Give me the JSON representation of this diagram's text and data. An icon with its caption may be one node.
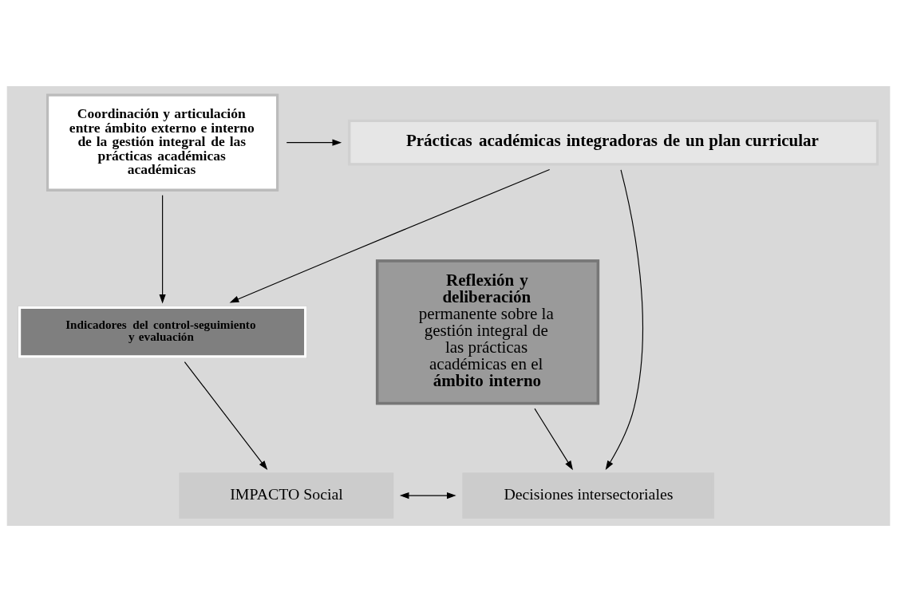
{
  "diagram": {
    "nodes": [
      {
        "text": [
          "Prácticas académicas integradoras de un plan curricular"
        ]
      },
      {
        "text": [
          "Coordinación y articulación entre ámbito externo e interno de la gestión integral de las prácticas académicas académicas"
        ]
      },
      {
        "text": [
          "Indicadores del control-seguimiento y evaluación"
        ]
      },
      {
        "text": [
          "**Reflexión y deliberación** permanente sobre la gestión integral de las prácticas académicas en el **ámbito interno**"
        ]
      },
      {
        "text": [
          "IMPACTO Social"
        ]
      },
      {
        "text": [
          "Decisiones intersectoriales"
        ]
      }
    ],
    "edges": [
      {
        "from": 1,
        "to": 0,
        "arrow": "to"
      },
      {
        "from": 0,
        "to": 2,
        "arrow": "to"
      },
      {
        "from": 1,
        "to": 2,
        "arrow": "to"
      },
      {
        "from": 0,
        "to": 5,
        "arrow": "to"
      },
      {
        "from": 3,
        "to": 5,
        "arrow": "to"
      },
      {
        "from": 2,
        "to": 4,
        "arrow": "to"
      },
      {
        "from": 4,
        "to": 5,
        "arrow": "both"
      }
    ]
  }
}
